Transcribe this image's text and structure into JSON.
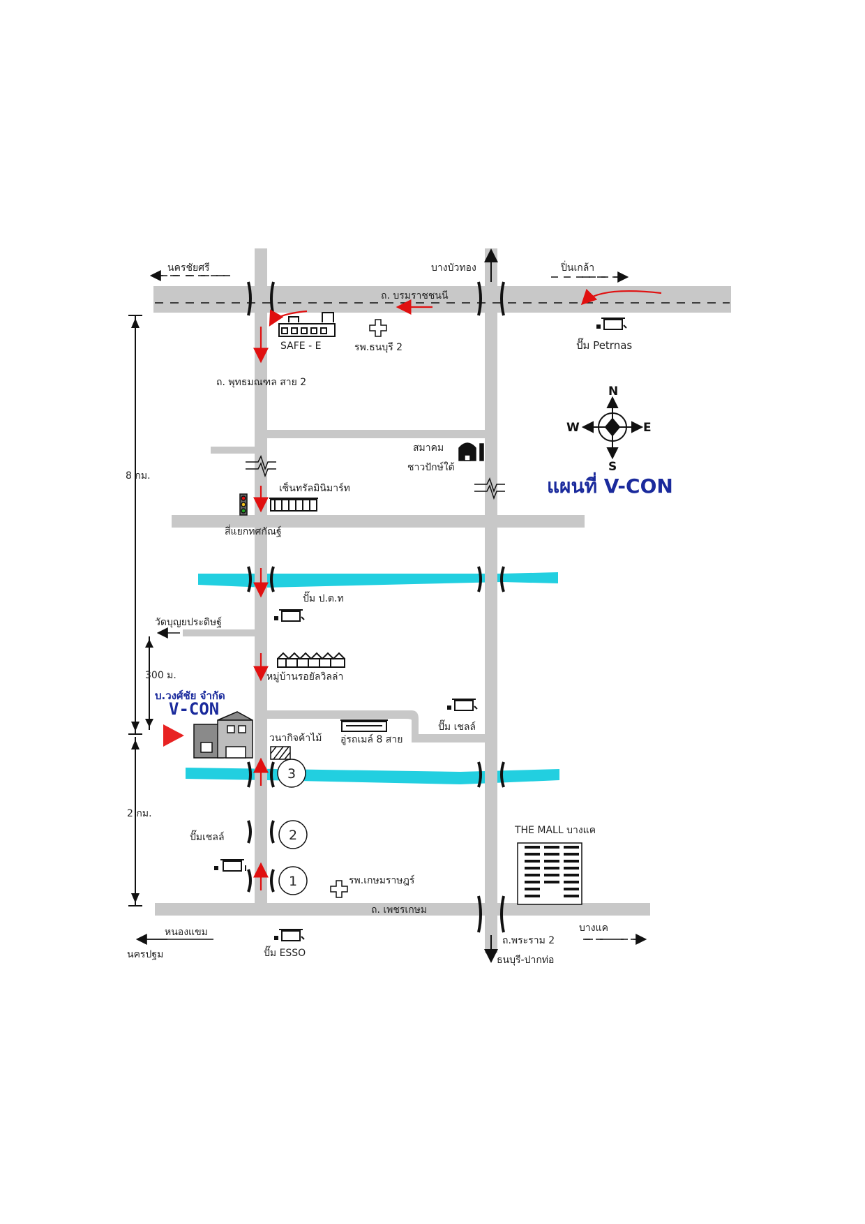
{
  "colors": {
    "road": "#c8c8c8",
    "river": "#22cfe0",
    "arrow_red": "#e01010",
    "title_blue": "#1a2a9c",
    "marker_red": "#e82222",
    "ink": "#111111"
  },
  "title": "แผนที่ V-CON",
  "company": {
    "name_th": "บ.วงศ์ชัย จำกัด",
    "brand": "V-CON"
  },
  "compass": {
    "n": "N",
    "s": "S",
    "e": "E",
    "w": "W"
  },
  "directions": {
    "nakhon_chai_si": "นครชัยศรี",
    "bang_bua_thong": "บางบัวทอง",
    "pin_klao": "ปิ่นเกล้า",
    "nong_khaem": "หนองแขม",
    "nakhon_pathom": "นครปฐม",
    "bang_khae": "บางแค",
    "thonburi_pak_tho": "ธนบุรี-ปากท่อ"
  },
  "roads": {
    "borommaratchachonnani": "ถ. บรมราชชนนี",
    "phutthamonthon_sai_2": "ถ. พุทธมณฑล สาย 2",
    "phetkasem": "ถ. เพชรเกษม",
    "rama_2": "ถ.พระราม 2"
  },
  "places": {
    "safe_e": "SAFE - E",
    "thonburi_hospital_2": "รพ.ธนบุรี 2",
    "petronas": "ปั๊ม Petrnas",
    "south_thai_assoc_1": "สมาคม",
    "south_thai_assoc_2": "ชาวปักษ์ใต้",
    "central_minimart": "เซ็นทรัลมินิมาร์ท",
    "thotsakan_intersection": "สี่แยกทศกัณฐ์",
    "ptt": "ปั๊ม ป.ต.ท",
    "wat_bunyapradit": "วัดบุญยประดิษฐ์",
    "royal_villa": "หมู่บ้านรอยัลวิลล่า",
    "shell_east": "ปั๊ม เชลล์",
    "wanakit_wood": "วนากิจค้าไม้",
    "bus_depot_8": "อู่รถเมล์ 8 สาย",
    "shell_west": "ปั๊มเชลล์",
    "kasemrad_hospital": "รพ.เกษมราษฎร์",
    "the_mall": "THE MALL บางแค",
    "esso": "ปั๊ม ESSO"
  },
  "distances": {
    "d8km": "8 กม.",
    "d300m": "300 ม.",
    "d2km": "2 กม."
  },
  "markers": {
    "m1": "1",
    "m2": "2",
    "m3": "3"
  }
}
